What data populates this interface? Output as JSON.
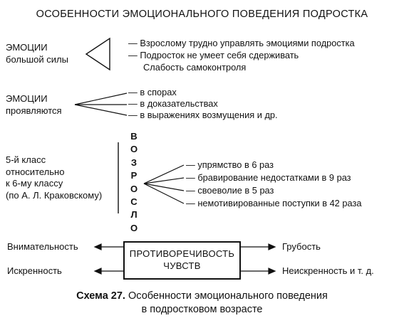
{
  "title": "ОСОБЕННОСТИ ЭМОЦИОНАЛЬНОГО ПОВЕДЕНИЯ ПОДРОСТКА",
  "section1": {
    "label_line1": "ЭМОЦИИ",
    "label_line2": "большой силы",
    "items": [
      "— Взрослому трудно управлять эмоциями подростка",
      "— Подросток не умеет себя сдерживать",
      "Слабость самоконтроля"
    ]
  },
  "section2": {
    "label_line1": "ЭМОЦИИ",
    "label_line2": "проявляются",
    "items": [
      "— в спорах",
      "— в доказательствах",
      "— в выражениях возмущения и др."
    ]
  },
  "section3": {
    "label_lines": [
      "5-й класс",
      "относительно",
      "к 6-му классу",
      "(по А. Л. Краковскому)"
    ],
    "vertical_word": [
      "В",
      "О",
      "З",
      "Р",
      "О",
      "С",
      "Л",
      "О"
    ],
    "items": [
      "— упрямство в 6 раз",
      "— бравирование недостатками в 9 раз",
      "— своеволие в 5 раз",
      "— немотивированные поступки в 42 раза"
    ]
  },
  "section4": {
    "box_line1": "ПРОТИВОРЕЧИВОСТЬ",
    "box_line2": "ЧУВСТВ",
    "left_top": "Внимательность",
    "left_bottom": "Искренность",
    "right_top": "Грубость",
    "right_bottom": "Неискренность и т. д."
  },
  "caption": {
    "bold": "Схема 27.",
    "line1": " Особенности эмоционального поведения",
    "line2": "в подростковом возрасте"
  }
}
